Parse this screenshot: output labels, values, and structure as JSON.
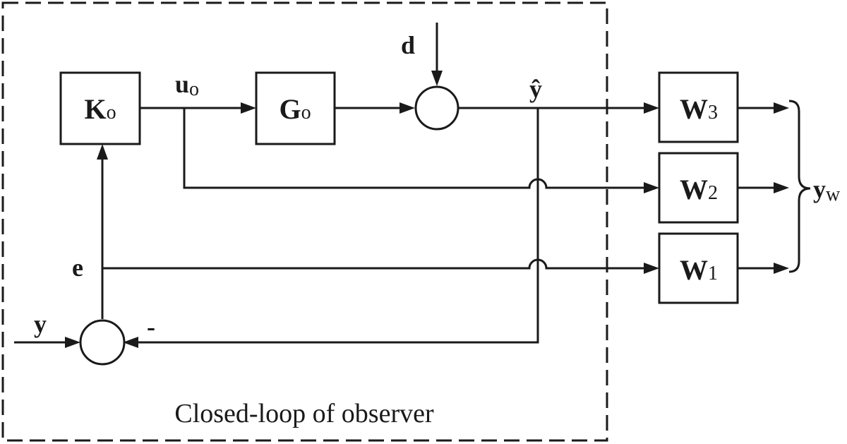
{
  "blocks": {
    "observer_gain": {
      "main": "K",
      "sub": "o"
    },
    "plant_model": {
      "main": "G",
      "sub": "o"
    },
    "weight_3": {
      "main": "W",
      "sub": "3"
    },
    "weight_2": {
      "main": "W",
      "sub": "2"
    },
    "weight_1": {
      "main": "W",
      "sub": "1"
    }
  },
  "signals": {
    "control": {
      "main": "u",
      "sub": "o"
    },
    "disturbance": "d",
    "estimate": "ŷ",
    "error": "e",
    "measurement": "y",
    "negative_sign": "-",
    "weighted_output": {
      "main": "y",
      "sub": "w"
    }
  },
  "caption": "Closed-loop of observer"
}
